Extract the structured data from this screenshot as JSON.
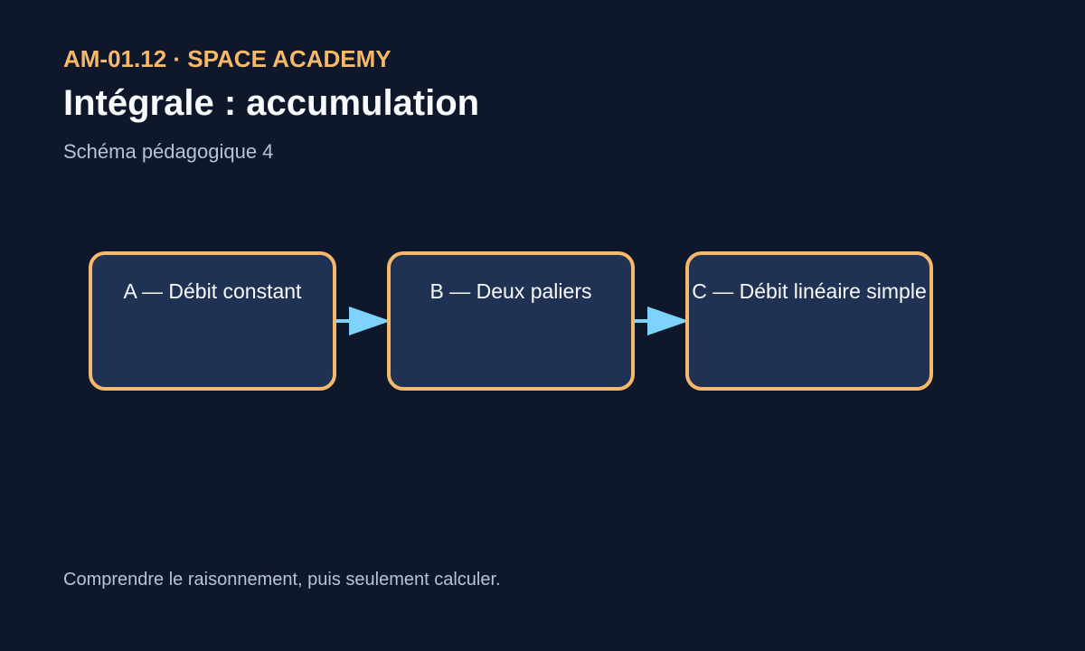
{
  "header": {
    "kicker": "AM-01.12 · SPACE ACADEMY",
    "title": "Intégrale : accumulation",
    "subtitle": "Schéma pédagogique 4"
  },
  "diagram": {
    "nodes": [
      {
        "id": "A",
        "label": "A — Débit constant"
      },
      {
        "id": "B",
        "label": "B — Deux paliers"
      },
      {
        "id": "C",
        "label": "C — Débit linéaire simple"
      }
    ],
    "edges": [
      {
        "from": "A",
        "to": "B"
      },
      {
        "from": "B",
        "to": "C"
      }
    ],
    "colors": {
      "background": "#0f172a",
      "node_fill": "#203253",
      "node_border": "#f6b96b",
      "arrow": "#7dd3fc",
      "accent": "#f6b96b"
    }
  },
  "footer": {
    "text": "Comprendre le raisonnement, puis seulement calculer."
  }
}
